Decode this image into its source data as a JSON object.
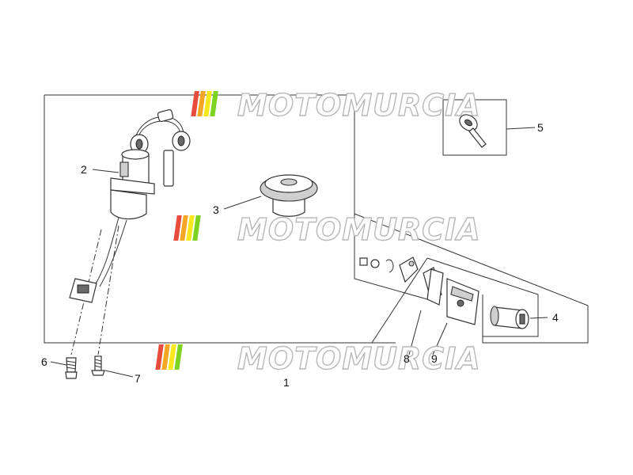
{
  "watermark": {
    "text": "MOTOMURCIA",
    "colors": [
      "#e84c3d",
      "#f5a623",
      "#f8e71c",
      "#7ed321",
      "#c9c9c9"
    ]
  },
  "callouts": {
    "c1": "1",
    "c2": "2",
    "c3": "3",
    "c4": "4",
    "c5": "5",
    "c6": "6",
    "c7": "7",
    "c8": "8",
    "c9": "9"
  },
  "parts": [
    {
      "label": "2",
      "icon": "ignition-switch-icon"
    },
    {
      "label": "3",
      "icon": "fuel-cap-icon"
    },
    {
      "label": "4",
      "icon": "lock-cylinder-icon"
    },
    {
      "label": "5",
      "icon": "key-icon"
    },
    {
      "label": "6",
      "icon": "screw-icon"
    },
    {
      "label": "7",
      "icon": "bolt-icon"
    },
    {
      "label": "8",
      "icon": "bracket-icon"
    },
    {
      "label": "9",
      "icon": "lock-plate-icon"
    }
  ]
}
